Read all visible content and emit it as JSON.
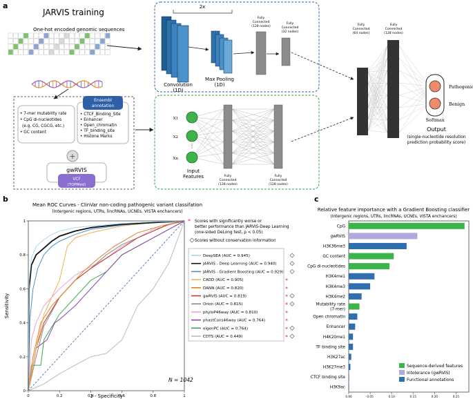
{
  "panel_a": {
    "label": "a",
    "title": "JARVIS training",
    "onehot_title": "One-hot encoded genomic sequences",
    "cnn": {
      "repeat": "2x",
      "conv_label": "Convolution",
      "conv_sub": "(1D)",
      "pool_label": "Max Pooling",
      "pool_sub": "(1D)",
      "fc1": [
        "Fully",
        "Connected",
        "(128 nodes)"
      ],
      "fc2": [
        "Fully",
        "Connected",
        "(32 nodes)"
      ]
    },
    "features": {
      "left_items": [
        "• 7-mer mutability rate",
        "• CpG di-nucleotides",
        "(e.g. CG, CGCG, etc.)",
        "• GC content"
      ],
      "ensembl": [
        "Ensembl",
        "annotation"
      ],
      "ensembl_items": [
        "• CTCF_Binding_Site",
        "• Enhancer",
        "• Open_chromatin",
        "• TF_binding_site",
        "• Histone Marks"
      ],
      "plus": "+",
      "gwrvis": "gwRVIS",
      "vcf": [
        "VCF",
        "(TOPMed)"
      ]
    },
    "dense": {
      "inputs": [
        "X1",
        "X2",
        "⋮",
        "Xn"
      ],
      "input_label": [
        "Input",
        "Features"
      ],
      "fc1": [
        "Fully",
        "Connected",
        "(128 nodes)"
      ],
      "fc2": [
        "Fully",
        "Connected",
        "(128 nodes)"
      ]
    },
    "merge": {
      "fc64": [
        "Fully",
        "Connected",
        "(64 nodes)"
      ],
      "fc128": [
        "Fully",
        "Connected",
        "(128 nodes)"
      ],
      "pathogenic": "Pathogenic",
      "benign": "Benign",
      "softmax": "Softmax",
      "output_title": "Output",
      "output_sub": [
        "(single-nucleotide resolution",
        "prediction probability score)"
      ]
    }
  },
  "panel_b": {
    "label": "b",
    "title": "Mean ROC Curves - ClinVar non-coding pathogenic variant classifation",
    "subtitle": "(Intergenic regions, UTRs, lincRNAs, UCNEs, VISTA enchancers)",
    "note_star": [
      "Scores with significantly worse or",
      "better performance than JARVIS-Deep Learning",
      "(one-sided DeLong test, p < 0.05)"
    ],
    "note_diamond": "Scores without conservation information",
    "n_label": "N = 1042",
    "chart_data": {
      "type": "line",
      "xlabel": "1 - Specificity",
      "ylabel": "Sensitivity",
      "xlim": [
        0,
        1
      ],
      "ylim": [
        0,
        1
      ],
      "xticks": [
        "0",
        "0.2",
        "0.4",
        "0.6",
        "0.8",
        "1"
      ],
      "yticks": [
        "0",
        "0.2",
        "0.4",
        "0.6",
        "0.8",
        "1"
      ],
      "series": [
        {
          "name": "DeepSEA (AUC = 0.945)",
          "color": "#a9d8ea",
          "star": false,
          "diamond": true,
          "x": [
            0,
            0.005,
            0.02,
            0.05,
            0.1,
            0.15,
            0.2,
            0.3,
            0.4,
            0.6,
            0.8,
            1
          ],
          "y": [
            0,
            0.65,
            0.78,
            0.85,
            0.89,
            0.92,
            0.94,
            0.96,
            0.97,
            0.985,
            0.995,
            1
          ]
        },
        {
          "name": "JARVIS - Deep Learning (AUC = 0.940)",
          "color": "#111111",
          "star": false,
          "diamond": true,
          "x": [
            0,
            0.005,
            0.02,
            0.05,
            0.1,
            0.15,
            0.2,
            0.3,
            0.4,
            0.6,
            0.8,
            1
          ],
          "y": [
            0,
            0.6,
            0.74,
            0.8,
            0.84,
            0.88,
            0.91,
            0.94,
            0.96,
            0.98,
            0.99,
            1
          ]
        },
        {
          "name": "JARVIS - Gradient Boosting (AUC = 0.929)",
          "color": "#4a90c8",
          "star": false,
          "diamond": true,
          "x": [
            0,
            0.01,
            0.03,
            0.06,
            0.1,
            0.15,
            0.2,
            0.3,
            0.4,
            0.6,
            0.8,
            1
          ],
          "y": [
            0,
            0.42,
            0.6,
            0.72,
            0.8,
            0.85,
            0.88,
            0.92,
            0.95,
            0.975,
            0.99,
            1
          ]
        },
        {
          "name": "CADD (AUC = 0.905)",
          "color": "#f2b04f",
          "star": true,
          "diamond": false,
          "x": [
            0,
            0.05,
            0.1,
            0.15,
            0.2,
            0.25,
            0.3,
            0.4,
            0.5,
            0.6,
            0.8,
            1
          ],
          "y": [
            0,
            0.25,
            0.45,
            0.55,
            0.65,
            0.85,
            0.9,
            0.93,
            0.95,
            0.97,
            0.99,
            1
          ]
        },
        {
          "name": "DANN (AUC = 0.820)",
          "color": "#e67e22",
          "star": true,
          "diamond": false,
          "x": [
            0,
            0.03,
            0.08,
            0.15,
            0.25,
            0.35,
            0.45,
            0.55,
            0.7,
            0.85,
            1
          ],
          "y": [
            0,
            0.2,
            0.4,
            0.5,
            0.6,
            0.7,
            0.78,
            0.85,
            0.93,
            0.97,
            1
          ]
        },
        {
          "name": "gwRVIS (AUC = 0.819)",
          "color": "#c0392b",
          "star": true,
          "diamond": true,
          "x": [
            0,
            0.05,
            0.1,
            0.2,
            0.3,
            0.4,
            0.5,
            0.6,
            0.7,
            0.8,
            0.9,
            1
          ],
          "y": [
            0,
            0.25,
            0.4,
            0.55,
            0.65,
            0.72,
            0.78,
            0.84,
            0.9,
            0.94,
            0.98,
            1
          ]
        },
        {
          "name": "Orion (AUC = 0.815)",
          "color": "#888888",
          "star": true,
          "diamond": true,
          "x": [
            0,
            0.05,
            0.1,
            0.2,
            0.3,
            0.4,
            0.5,
            0.6,
            0.7,
            0.8,
            0.9,
            1
          ],
          "y": [
            0,
            0.2,
            0.38,
            0.55,
            0.65,
            0.72,
            0.8,
            0.86,
            0.9,
            0.94,
            0.98,
            1
          ]
        },
        {
          "name": "phyloP46way (AUC = 0.810)",
          "color": "#e8a5d6",
          "star": true,
          "diamond": false,
          "x": [
            0,
            0.02,
            0.05,
            0.1,
            0.2,
            0.3,
            0.4,
            0.5,
            0.6,
            0.8,
            1
          ],
          "y": [
            0,
            0.3,
            0.4,
            0.5,
            0.6,
            0.68,
            0.73,
            0.78,
            0.85,
            0.95,
            1
          ]
        },
        {
          "name": "phastCons46way (AUC = 0.764)",
          "color": "#8e44ad",
          "star": true,
          "diamond": false,
          "x": [
            0,
            0.05,
            0.12,
            0.17,
            0.2,
            0.3,
            0.4,
            0.5,
            0.6,
            0.8,
            1
          ],
          "y": [
            0,
            0.25,
            0.3,
            0.4,
            0.42,
            0.5,
            0.6,
            0.7,
            0.8,
            0.9,
            1
          ]
        },
        {
          "name": "eigenPC (AUC = 0.764)",
          "color": "#3aa655",
          "star": true,
          "diamond": true,
          "x": [
            0,
            0.02,
            0.08,
            0.1,
            0.2,
            0.3,
            0.4,
            0.5,
            0.6,
            0.8,
            1
          ],
          "y": [
            0,
            0.15,
            0.15,
            0.3,
            0.45,
            0.55,
            0.65,
            0.7,
            0.8,
            0.9,
            1
          ]
        },
        {
          "name": "CDTS (AUC = 0.449)",
          "color": "#bbbbbb",
          "star": true,
          "diamond": true,
          "x": [
            0,
            0.1,
            0.2,
            0.3,
            0.4,
            0.5,
            0.6,
            0.65,
            0.7,
            0.8,
            0.9,
            1
          ],
          "y": [
            0,
            0.04,
            0.1,
            0.15,
            0.2,
            0.22,
            0.3,
            0.4,
            0.5,
            0.6,
            0.75,
            1
          ]
        }
      ]
    }
  },
  "panel_c": {
    "label": "c",
    "title": "Relative feature importance with a Gradient Boosting classifier",
    "subtitle": "(Intergenic regions, UTRs, lincRNAs, UCNEs, VISTA enchancers)",
    "chart_data": {
      "type": "bar",
      "orientation": "horizontal",
      "categories": [
        "CpG",
        "gwRVIS",
        "H3K36me3",
        "GC content",
        "CpG di-nucleotides",
        "H3K4me1",
        "H3K4me3",
        "H3K4me2",
        "Mutability rate (7-mer)",
        "Open chromatin",
        "Enhancer",
        "H4K20me1",
        "TF binding site",
        "H3K27ac",
        "H3K27me3",
        "CTCF binding site",
        "H3K9ac"
      ],
      "category_lines": [
        [
          "CpG"
        ],
        [
          "gwRVIS"
        ],
        [
          "H3K36me3"
        ],
        [
          "GC content"
        ],
        [
          "CpG di-nucleotides"
        ],
        [
          "H3K4me1"
        ],
        [
          "H3K4me3"
        ],
        [
          "H3K4me2"
        ],
        [
          "Mutability rate",
          "(7-mer)"
        ],
        [
          "Open chromatin"
        ],
        [
          "Enhancer"
        ],
        [
          "H4K20me1"
        ],
        [
          "TF binding site"
        ],
        [
          "H3K27ac"
        ],
        [
          "H3K27me3"
        ],
        [
          "CTCF binding site"
        ],
        [
          "H3K9ac"
        ]
      ],
      "values": [
        0.27,
        0.16,
        0.135,
        0.105,
        0.095,
        0.06,
        0.05,
        0.03,
        0.025,
        0.02,
        0.015,
        0.01,
        0.01,
        0.006,
        0.004,
        0.001,
        0.001
      ],
      "groups": [
        "seq",
        "intol",
        "func",
        "seq",
        "seq",
        "func",
        "func",
        "func",
        "seq",
        "func",
        "func",
        "func",
        "func",
        "func",
        "func",
        "func",
        "func"
      ],
      "group_colors": {
        "seq": "#3cb44b",
        "intol": "#b4a7e0",
        "func": "#2f6fae"
      },
      "legend": [
        {
          "key": "seq",
          "label": "Sequence-derived features"
        },
        {
          "key": "intol",
          "label": "Intolerance (gwRVIS)"
        },
        {
          "key": "func",
          "label": "Functional annotations"
        }
      ],
      "xlim": [
        0,
        0.28
      ],
      "xticks": [
        "0.00",
        "0.05",
        "0.10",
        "0.15",
        "0.20",
        "0.25"
      ]
    }
  }
}
